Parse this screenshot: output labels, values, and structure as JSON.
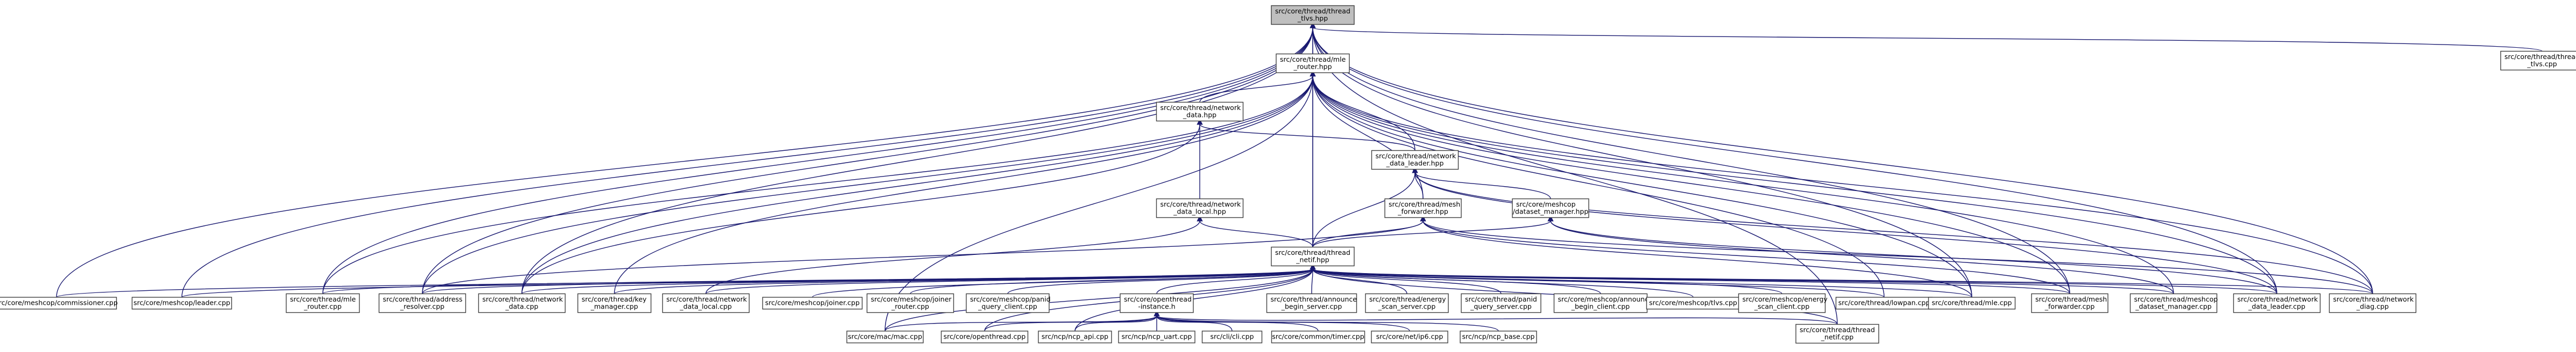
{
  "graph": {
    "edge_color": "#191970",
    "root_fill": "#bfbfbf",
    "nodes": [
      {
        "id": "tlvs_hpp",
        "lines": [
          "src/core/thread/thread",
          "_tlvs.hpp"
        ],
        "root": true
      },
      {
        "id": "mle_router_hpp",
        "lines": [
          "src/core/thread/mle",
          "_router.hpp"
        ]
      },
      {
        "id": "thread_tlvs_cpp",
        "lines": [
          "src/core/thread/thread",
          "_tlvs.cpp"
        ]
      },
      {
        "id": "network_data_hpp",
        "lines": [
          "src/core/thread/network",
          "_data.hpp"
        ]
      },
      {
        "id": "network_data_leader_hpp",
        "lines": [
          "src/core/thread/network",
          "_data_leader.hpp"
        ]
      },
      {
        "id": "network_data_local_hpp",
        "lines": [
          "src/core/thread/network",
          "_data_local.hpp"
        ]
      },
      {
        "id": "mesh_forwarder_hpp",
        "lines": [
          "src/core/thread/mesh",
          "_forwarder.hpp"
        ]
      },
      {
        "id": "dataset_manager_hpp",
        "lines": [
          "src/core/meshcop",
          "/dataset_manager.hpp"
        ]
      },
      {
        "id": "netif_hpp",
        "lines": [
          "src/core/thread/thread",
          "_netif.hpp"
        ]
      },
      {
        "id": "commissioner_cpp",
        "lines": [
          "src/core/meshcop/commissioner.cpp"
        ]
      },
      {
        "id": "leader_cpp",
        "lines": [
          "src/core/meshcop/leader.cpp"
        ]
      },
      {
        "id": "mle_router_cpp",
        "lines": [
          "src/core/thread/mle",
          "_router.cpp"
        ]
      },
      {
        "id": "address_resolver_cpp",
        "lines": [
          "src/core/thread/address",
          "_resolver.cpp"
        ]
      },
      {
        "id": "network_data_cpp",
        "lines": [
          "src/core/thread/network",
          "_data.cpp"
        ]
      },
      {
        "id": "key_manager_cpp",
        "lines": [
          "src/core/thread/key",
          "_manager.cpp"
        ]
      },
      {
        "id": "network_data_local_cpp",
        "lines": [
          "src/core/thread/network",
          "_data_local.cpp"
        ]
      },
      {
        "id": "joiner_cpp",
        "lines": [
          "src/core/meshcop/joiner.cpp"
        ]
      },
      {
        "id": "joiner_router_cpp",
        "lines": [
          "src/core/meshcop/joiner",
          "_router.cpp"
        ]
      },
      {
        "id": "panid_query_client_cpp",
        "lines": [
          "src/core/meshcop/panid",
          "_query_client.cpp"
        ]
      },
      {
        "id": "openthread_instance_h",
        "lines": [
          "src/core/openthread",
          "-instance.h"
        ]
      },
      {
        "id": "announce_begin_server_cpp",
        "lines": [
          "src/core/thread/announce",
          "_begin_server.cpp"
        ]
      },
      {
        "id": "energy_scan_server_cpp",
        "lines": [
          "src/core/thread/energy",
          "_scan_server.cpp"
        ]
      },
      {
        "id": "panid_query_server_cpp",
        "lines": [
          "src/core/thread/panid",
          "_query_server.cpp"
        ]
      },
      {
        "id": "announce_begin_client_cpp",
        "lines": [
          "src/core/meshcop/announce",
          "_begin_client.cpp"
        ]
      },
      {
        "id": "meshcop_tlvs_cpp",
        "lines": [
          "src/core/meshcop/tlvs.cpp"
        ]
      },
      {
        "id": "energy_scan_client_cpp",
        "lines": [
          "src/core/meshcop/energy",
          "_scan_client.cpp"
        ]
      },
      {
        "id": "lowpan_cpp",
        "lines": [
          "src/core/thread/lowpan.cpp"
        ]
      },
      {
        "id": "mle_cpp",
        "lines": [
          "src/core/thread/mle.cpp"
        ]
      },
      {
        "id": "mesh_forwarder_cpp",
        "lines": [
          "src/core/thread/mesh",
          "_forwarder.cpp"
        ]
      },
      {
        "id": "dataset_manager_cpp",
        "lines": [
          "src/core/thread/meshcop",
          "_dataset_manager.cpp"
        ]
      },
      {
        "id": "network_data_leader_cpp",
        "lines": [
          "src/core/thread/network",
          "_data_leader.cpp"
        ]
      },
      {
        "id": "network_diag_cpp",
        "lines": [
          "src/core/thread/network",
          "_diag.cpp"
        ]
      },
      {
        "id": "mac_cpp",
        "lines": [
          "src/core/mac/mac.cpp"
        ]
      },
      {
        "id": "openthread_cpp",
        "lines": [
          "src/core/openthread.cpp"
        ]
      },
      {
        "id": "ncp_api_cpp",
        "lines": [
          "src/ncp/ncp_api.cpp"
        ]
      },
      {
        "id": "ncp_uart_cpp",
        "lines": [
          "src/ncp/ncp_uart.cpp"
        ]
      },
      {
        "id": "cli_cpp",
        "lines": [
          "src/cli/cli.cpp"
        ]
      },
      {
        "id": "timer_cpp",
        "lines": [
          "src/core/common/timer.cpp"
        ]
      },
      {
        "id": "ip6_cpp",
        "lines": [
          "src/core/net/ip6.cpp"
        ]
      },
      {
        "id": "ncp_base_cpp",
        "lines": [
          "src/ncp/ncp_base.cpp"
        ]
      },
      {
        "id": "thread_netif_cpp",
        "lines": [
          "src/core/thread/thread",
          "_netif.cpp"
        ]
      }
    ],
    "edges": [
      [
        "tlvs_hpp",
        "mle_router_hpp"
      ],
      [
        "tlvs_hpp",
        "thread_tlvs_cpp"
      ],
      [
        "tlvs_hpp",
        "netif_hpp"
      ],
      [
        "tlvs_hpp",
        "commissioner_cpp"
      ],
      [
        "tlvs_hpp",
        "leader_cpp"
      ],
      [
        "tlvs_hpp",
        "mle_router_cpp"
      ],
      [
        "tlvs_hpp",
        "address_resolver_cpp"
      ],
      [
        "tlvs_hpp",
        "network_data_cpp"
      ],
      [
        "tlvs_hpp",
        "mle_cpp"
      ],
      [
        "tlvs_hpp",
        "mesh_forwarder_cpp"
      ],
      [
        "tlvs_hpp",
        "network_data_leader_cpp"
      ],
      [
        "tlvs_hpp",
        "network_diag_cpp"
      ],
      [
        "tlvs_hpp",
        "thread_netif_cpp"
      ],
      [
        "mle_router_hpp",
        "network_data_hpp"
      ],
      [
        "mle_router_hpp",
        "network_data_leader_hpp"
      ],
      [
        "mle_router_hpp",
        "mesh_forwarder_hpp"
      ],
      [
        "mle_router_hpp",
        "netif_hpp"
      ],
      [
        "mle_router_hpp",
        "mle_router_cpp"
      ],
      [
        "mle_router_hpp",
        "address_resolver_cpp"
      ],
      [
        "mle_router_hpp",
        "network_data_cpp"
      ],
      [
        "mle_router_hpp",
        "key_manager_cpp"
      ],
      [
        "mle_router_hpp",
        "mac_cpp"
      ],
      [
        "mle_router_hpp",
        "lowpan_cpp"
      ],
      [
        "mle_router_hpp",
        "mle_cpp"
      ],
      [
        "mle_router_hpp",
        "mesh_forwarder_cpp"
      ],
      [
        "mle_router_hpp",
        "dataset_manager_cpp"
      ],
      [
        "mle_router_hpp",
        "network_data_leader_cpp"
      ],
      [
        "mle_router_hpp",
        "network_diag_cpp"
      ],
      [
        "network_data_hpp",
        "network_data_leader_hpp"
      ],
      [
        "network_data_hpp",
        "network_data_local_hpp"
      ],
      [
        "network_data_hpp",
        "network_data_cpp"
      ],
      [
        "network_data_leader_hpp",
        "mesh_forwarder_hpp"
      ],
      [
        "network_data_leader_hpp",
        "dataset_manager_hpp"
      ],
      [
        "network_data_leader_hpp",
        "netif_hpp"
      ],
      [
        "network_data_leader_hpp",
        "network_data_leader_cpp"
      ],
      [
        "network_data_leader_hpp",
        "network_diag_cpp"
      ],
      [
        "network_data_local_hpp",
        "netif_hpp"
      ],
      [
        "network_data_local_hpp",
        "network_data_local_cpp"
      ],
      [
        "mesh_forwarder_hpp",
        "netif_hpp"
      ],
      [
        "mesh_forwarder_hpp",
        "mesh_forwarder_cpp"
      ],
      [
        "mesh_forwarder_hpp",
        "mle_cpp"
      ],
      [
        "mesh_forwarder_hpp",
        "network_diag_cpp"
      ],
      [
        "mesh_forwarder_hpp",
        "address_resolver_cpp"
      ],
      [
        "dataset_manager_hpp",
        "netif_hpp"
      ],
      [
        "dataset_manager_hpp",
        "dataset_manager_cpp"
      ],
      [
        "dataset_manager_hpp",
        "network_data_leader_cpp"
      ],
      [
        "netif_hpp",
        "commissioner_cpp"
      ],
      [
        "netif_hpp",
        "leader_cpp"
      ],
      [
        "netif_hpp",
        "mle_router_cpp"
      ],
      [
        "netif_hpp",
        "address_resolver_cpp"
      ],
      [
        "netif_hpp",
        "network_data_cpp"
      ],
      [
        "netif_hpp",
        "key_manager_cpp"
      ],
      [
        "netif_hpp",
        "network_data_local_cpp"
      ],
      [
        "netif_hpp",
        "joiner_cpp"
      ],
      [
        "netif_hpp",
        "joiner_router_cpp"
      ],
      [
        "netif_hpp",
        "panid_query_client_cpp"
      ],
      [
        "netif_hpp",
        "openthread_instance_h"
      ],
      [
        "netif_hpp",
        "announce_begin_server_cpp"
      ],
      [
        "netif_hpp",
        "energy_scan_server_cpp"
      ],
      [
        "netif_hpp",
        "panid_query_server_cpp"
      ],
      [
        "netif_hpp",
        "announce_begin_client_cpp"
      ],
      [
        "netif_hpp",
        "meshcop_tlvs_cpp"
      ],
      [
        "netif_hpp",
        "energy_scan_client_cpp"
      ],
      [
        "netif_hpp",
        "lowpan_cpp"
      ],
      [
        "netif_hpp",
        "mle_cpp"
      ],
      [
        "netif_hpp",
        "mesh_forwarder_cpp"
      ],
      [
        "netif_hpp",
        "dataset_manager_cpp"
      ],
      [
        "netif_hpp",
        "network_data_leader_cpp"
      ],
      [
        "netif_hpp",
        "network_diag_cpp"
      ],
      [
        "netif_hpp",
        "mac_cpp"
      ],
      [
        "netif_hpp",
        "openthread_cpp"
      ],
      [
        "netif_hpp",
        "ncp_api_cpp"
      ],
      [
        "netif_hpp",
        "thread_netif_cpp"
      ],
      [
        "openthread_instance_h",
        "mac_cpp"
      ],
      [
        "openthread_instance_h",
        "openthread_cpp"
      ],
      [
        "openthread_instance_h",
        "ncp_api_cpp"
      ],
      [
        "openthread_instance_h",
        "ncp_uart_cpp"
      ],
      [
        "openthread_instance_h",
        "cli_cpp"
      ],
      [
        "openthread_instance_h",
        "timer_cpp"
      ],
      [
        "openthread_instance_h",
        "ip6_cpp"
      ],
      [
        "openthread_instance_h",
        "ncp_base_cpp"
      ],
      [
        "openthread_instance_h",
        "thread_netif_cpp"
      ]
    ]
  }
}
